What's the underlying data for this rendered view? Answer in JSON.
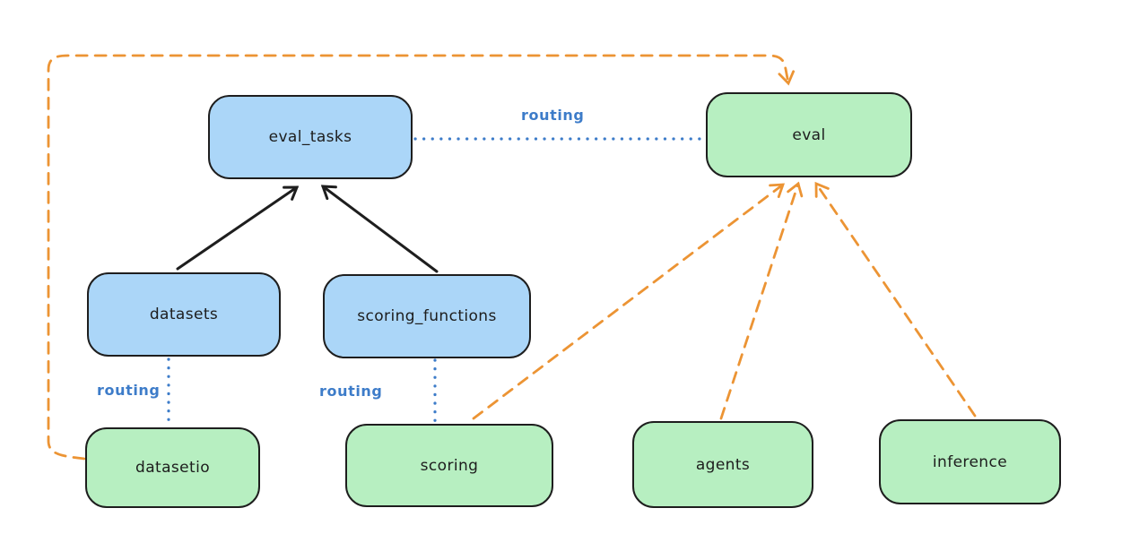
{
  "diagram": {
    "nodes": {
      "eval_tasks": {
        "label": "eval_tasks",
        "color": "blue"
      },
      "eval": {
        "label": "eval",
        "color": "green"
      },
      "datasets": {
        "label": "datasets",
        "color": "blue"
      },
      "scoring_functions": {
        "label": "scoring_functions",
        "color": "blue"
      },
      "datasetio": {
        "label": "datasetio",
        "color": "green"
      },
      "scoring": {
        "label": "scoring",
        "color": "green"
      },
      "agents": {
        "label": "agents",
        "color": "green"
      },
      "inference": {
        "label": "inference",
        "color": "green"
      }
    },
    "edges": [
      {
        "from": "datasets",
        "to": "eval_tasks",
        "style": "solid",
        "color": "black",
        "arrow": true,
        "label": ""
      },
      {
        "from": "scoring_functions",
        "to": "eval_tasks",
        "style": "solid",
        "color": "black",
        "arrow": true,
        "label": ""
      },
      {
        "from": "eval_tasks",
        "to": "eval",
        "style": "dotted",
        "color": "blue",
        "arrow": false,
        "label": "routing"
      },
      {
        "from": "datasets",
        "to": "datasetio",
        "style": "dotted",
        "color": "blue",
        "arrow": false,
        "label": "routing"
      },
      {
        "from": "scoring_functions",
        "to": "scoring",
        "style": "dotted",
        "color": "blue",
        "arrow": false,
        "label": "routing"
      },
      {
        "from": "datasetio",
        "to": "eval",
        "style": "dashed",
        "color": "orange",
        "arrow": true,
        "label": "",
        "route": "around-left-and-top"
      },
      {
        "from": "scoring",
        "to": "eval",
        "style": "dashed",
        "color": "orange",
        "arrow": true,
        "label": ""
      },
      {
        "from": "agents",
        "to": "eval",
        "style": "dashed",
        "color": "orange",
        "arrow": true,
        "label": ""
      },
      {
        "from": "inference",
        "to": "eval",
        "style": "dashed",
        "color": "orange",
        "arrow": true,
        "label": ""
      }
    ],
    "colors": {
      "node_blue_fill": "#abd6f8",
      "node_green_fill": "#b7efc1",
      "node_border": "#1e1e1e",
      "edge_black": "#1e1e1e",
      "edge_orange": "#ec9434",
      "edge_blue": "#3d7cc9",
      "background": "#ffffff"
    }
  }
}
